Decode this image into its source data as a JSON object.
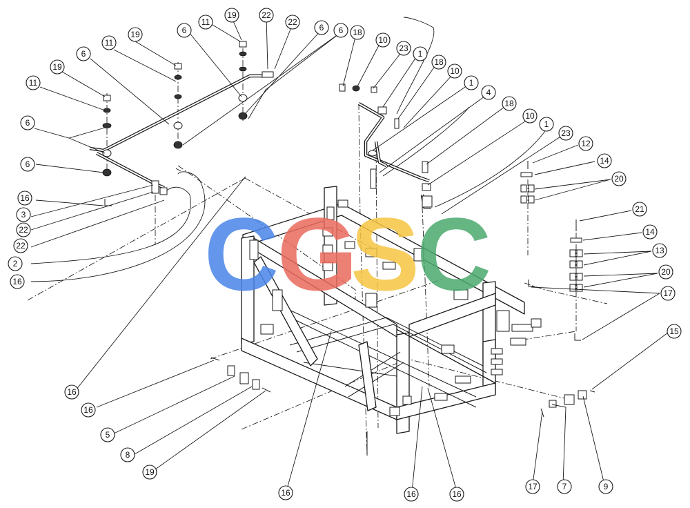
{
  "watermark": {
    "letters": [
      {
        "char": "C",
        "color": "#4a86e8"
      },
      {
        "char": "G",
        "color": "#ea6a5c"
      },
      {
        "char": "S",
        "color": "#f6c543"
      },
      {
        "char": "C",
        "color": "#4caa6f"
      }
    ]
  },
  "callouts": {
    "c1": "19",
    "c2": "11",
    "c3": "22",
    "c4": "22",
    "c5": "6",
    "c6": "6",
    "c7": "19",
    "c8": "11",
    "c9": "6",
    "c10": "6",
    "c11": "18",
    "c12": "10",
    "c13": "23",
    "c14": "1",
    "c15": "18",
    "c16": "10",
    "c17": "1",
    "c18": "4",
    "c19": "18",
    "c20": "10",
    "c21": "1",
    "c22": "19",
    "c23": "11",
    "c24": "6",
    "c25": "6",
    "c26": "16",
    "c27": "3",
    "c28": "22",
    "c29": "22",
    "c30": "2",
    "c31": "16",
    "c32": "23",
    "c33": "12",
    "c34": "14",
    "c35": "20",
    "c36": "21",
    "c37": "14",
    "c38": "13",
    "c39": "20",
    "c40": "17",
    "c41": "15",
    "c42": "16",
    "c43": "16",
    "c44": "5",
    "c45": "8",
    "c46": "19",
    "c47": "16",
    "c48": "16",
    "c49": "16",
    "c50": "17",
    "c51": "7",
    "c52": "9"
  }
}
